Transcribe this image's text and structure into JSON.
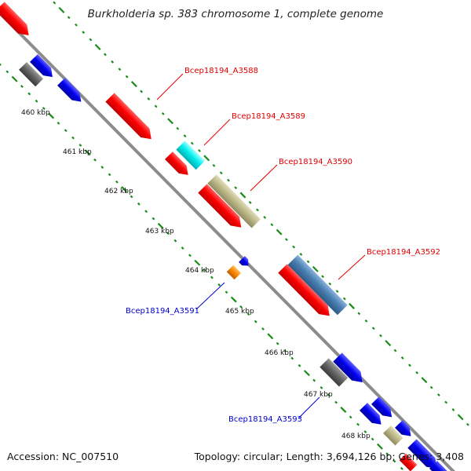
{
  "title": "Burkholderia sp. 383 chromosome 1, complete genome",
  "footer": {
    "accession": "Accession: NC_007510",
    "topology": "Topology: circular; Length: 3,694,126 bp; Genes: 3,408"
  },
  "ticks": [
    "460 kbp",
    "461 kbp",
    "462 kbp",
    "463 kbp",
    "464 kbp",
    "465 kbp",
    "466 kbp",
    "467 kbp",
    "468 kbp"
  ],
  "gene_labels": [
    {
      "text": "Bcep18194_A3588",
      "strand": "forward"
    },
    {
      "text": "Bcep18194_A3589",
      "strand": "forward"
    },
    {
      "text": "Bcep18194_A3590",
      "strand": "forward"
    },
    {
      "text": "Bcep18194_A3592",
      "strand": "forward"
    },
    {
      "text": "Bcep18194_A3591",
      "strand": "reverse"
    },
    {
      "text": "Bcep18194_A3593",
      "strand": "reverse"
    }
  ],
  "colors": {
    "backbone": "#8c8c8c",
    "red": "#ff0000",
    "blue": "#0000ee",
    "gray": "#666666",
    "cyan": "#00eeee",
    "khaki": "#bdb98a",
    "steelblue": "#4a7fb0",
    "orange": "#ff8800",
    "tick": "#1a8a1a"
  }
}
